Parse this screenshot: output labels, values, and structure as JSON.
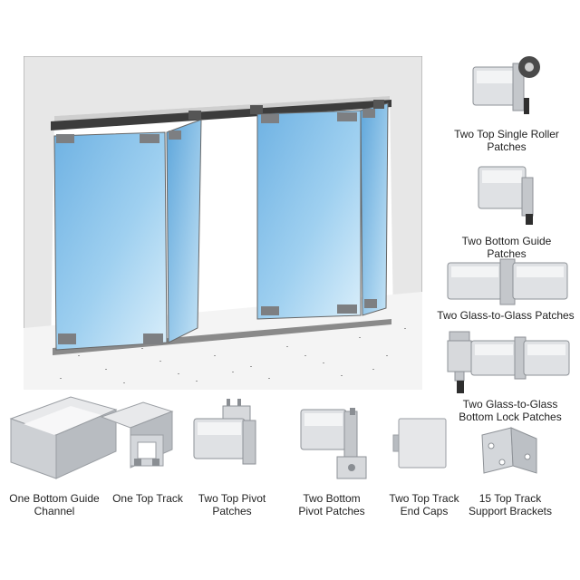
{
  "components": [
    {
      "lines": [
        "Two Top Single Roller",
        "Patches"
      ],
      "icon": "roller-patch-icon"
    },
    {
      "lines": [
        "Two Bottom Guide",
        "Patches"
      ],
      "icon": "bottom-guide-patch-icon"
    },
    {
      "lines": [
        "Two Glass-to-Glass Patches"
      ],
      "icon": "glass-to-glass-patch-icon"
    },
    {
      "lines": [
        "Two Glass-to-Glass",
        "Bottom Lock Patches"
      ],
      "icon": "bottom-lock-patch-icon"
    },
    {
      "lines": [
        "One Bottom Guide",
        "Channel"
      ],
      "icon": "bottom-guide-channel-icon"
    },
    {
      "lines": [
        "One Top Track"
      ],
      "icon": "top-track-icon"
    },
    {
      "lines": [
        "Two Top Pivot",
        "Patches"
      ],
      "icon": "top-pivot-patch-icon"
    },
    {
      "lines": [
        "Two Bottom",
        "Pivot Patches"
      ],
      "icon": "bottom-pivot-patch-icon"
    },
    {
      "lines": [
        "Two Top Track",
        "End Caps"
      ],
      "icon": "end-cap-icon"
    },
    {
      "lines": [
        "15 Top Track",
        "Support Brackets"
      ],
      "icon": "support-bracket-icon"
    }
  ],
  "colors": {
    "glass": "#8cc4ea",
    "wall": "#e6e6e6",
    "metal": "#d4d6d9",
    "track": "#3c3c3c"
  }
}
